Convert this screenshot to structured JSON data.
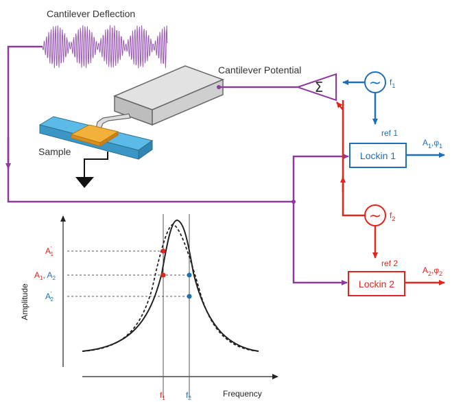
{
  "labels": {
    "deflection": "Cantilever Deflection",
    "potential": "Cantilever Potential",
    "sample": "Sample",
    "sum": "Σ",
    "ac_symbol": "~",
    "f1": "f",
    "f1_sub": "1",
    "f2": "f",
    "f2_sub": "2",
    "ref1": "ref 1",
    "ref2": "ref 2",
    "lockin1": "Lockin 1",
    "lockin2": "Lockin 2",
    "out1": "A",
    "out1_sub1": "1",
    "out1_mid": ",φ",
    "out1_sub2": "1",
    "out2": "A",
    "out2_sub1": "2",
    "out2_mid": ",φ",
    "out2_sub2": "2"
  },
  "plot": {
    "ylabel": "Amplitude",
    "xlabel": "Frequency",
    "tick_a1p": "A",
    "tick_a1p_sub": "1",
    "tick_a1a2_a": "A",
    "tick_a1a2_sub1": "1",
    "tick_a1a2_b": ", A",
    "tick_a1a2_sub2": "2",
    "tick_a2p": "A",
    "tick_a2p_sub": "2",
    "prime": "'",
    "xf1": "f",
    "xf1_sub": "1",
    "xf2": "f",
    "xf2_sub": "2"
  },
  "colors": {
    "purple": "#8e3a9d",
    "blue": "#1f6fb7",
    "red": "#e1251b",
    "black": "#222222",
    "wave": "#9b59b6",
    "sample": "#4fb3df",
    "tip": "#f0a22a"
  }
}
